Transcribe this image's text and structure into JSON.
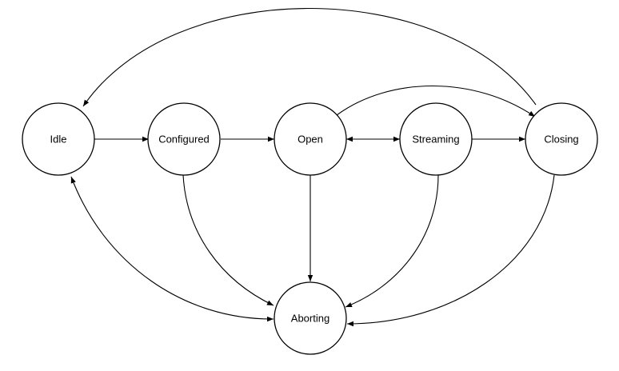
{
  "diagram": {
    "type": "state-machine",
    "states": {
      "idle": "Idle",
      "configured": "Configured",
      "open": "Open",
      "streaming": "Streaming",
      "closing": "Closing",
      "aborting": "Aborting"
    },
    "transitions": [
      {
        "from": "Idle",
        "to": "Configured"
      },
      {
        "from": "Configured",
        "to": "Open"
      },
      {
        "from": "Open",
        "to": "Streaming"
      },
      {
        "from": "Streaming",
        "to": "Open"
      },
      {
        "from": "Streaming",
        "to": "Closing"
      },
      {
        "from": "Open",
        "to": "Closing"
      },
      {
        "from": "Closing",
        "to": "Idle"
      },
      {
        "from": "Configured",
        "to": "Aborting"
      },
      {
        "from": "Open",
        "to": "Aborting"
      },
      {
        "from": "Streaming",
        "to": "Aborting"
      },
      {
        "from": "Closing",
        "to": "Aborting"
      },
      {
        "from": "Aborting",
        "to": "Idle"
      },
      {
        "from": "Idle",
        "to": "Aborting"
      }
    ],
    "colors": {
      "stroke": "#000000",
      "fill": "#ffffff",
      "background": "#ffffff"
    }
  }
}
